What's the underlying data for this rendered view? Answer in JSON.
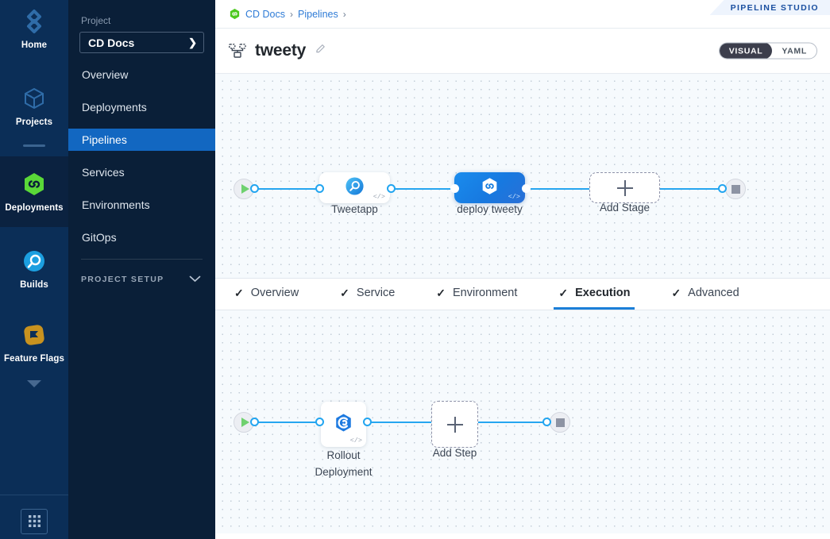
{
  "rail": {
    "items": [
      {
        "label": "Home",
        "icon": "home-diamond-icon"
      },
      {
        "label": "Projects",
        "icon": "cube-icon"
      },
      {
        "label": "Deployments",
        "icon": "deployments-hex-icon"
      },
      {
        "label": "Builds",
        "icon": "builds-circle-icon"
      },
      {
        "label": "Feature Flags",
        "icon": "feature-flags-icon"
      }
    ],
    "more_icon": "caret-down-icon",
    "grid_icon": "grid-apps-icon"
  },
  "sidebar": {
    "heading": "Project",
    "project_name": "CD Docs",
    "project_chevron": "❯",
    "items": [
      {
        "label": "Overview",
        "active": false
      },
      {
        "label": "Deployments",
        "active": false
      },
      {
        "label": "Pipelines",
        "active": true
      },
      {
        "label": "Services",
        "active": false
      },
      {
        "label": "Environments",
        "active": false
      },
      {
        "label": "GitOps",
        "active": false
      }
    ],
    "setup_label": "PROJECT SETUP",
    "setup_chevron": "chevron-down-icon"
  },
  "breadcrumb": {
    "icon": "harness-module-icon",
    "items": [
      "CD Docs",
      "Pipelines"
    ],
    "separator": "›"
  },
  "studio_badge": {
    "text": "PIPELINE STUDIO"
  },
  "title_bar": {
    "icon": "pipeline-nodes-icon",
    "title": "tweety",
    "edit_icon": "pencil-edit-icon",
    "toggle": {
      "options": [
        "VISUAL",
        "YAML"
      ],
      "selected": "VISUAL"
    }
  },
  "stages_canvas": {
    "start_icon": "play-icon",
    "end_icon": "stop-icon",
    "nodes": [
      {
        "label": "Tweetapp",
        "icon": "service-magnifier-icon",
        "selected": false,
        "code_tag": "</>"
      },
      {
        "label": "deploy tweety",
        "icon": "deployment-infinity-icon",
        "selected": true,
        "code_tag": "</>"
      }
    ],
    "add_stage": {
      "label": "Add Stage",
      "icon": "plus-icon"
    }
  },
  "tabs": [
    {
      "label": "Overview",
      "check": "✓",
      "active": false
    },
    {
      "label": "Service",
      "check": "✓",
      "active": false
    },
    {
      "label": "Environment",
      "check": "✓",
      "active": false
    },
    {
      "label": "Execution",
      "check": "✓",
      "active": true
    },
    {
      "label": "Advanced",
      "check": "✓",
      "active": false
    }
  ],
  "steps_canvas": {
    "start_icon": "play-icon",
    "end_icon": "stop-icon",
    "nodes": [
      {
        "label": "Rollout Deployment",
        "icon": "kubernetes-rollout-icon",
        "code_tag": "</>"
      }
    ],
    "add_step": {
      "label": "Add Step",
      "icon": "plus-icon"
    }
  },
  "colors": {
    "rail_bg": "#0b2e57",
    "sidebar_bg": "#0a1f38",
    "nav_active": "#1267c1",
    "link_blue": "#26a6f0",
    "selected_node": "#1a8ced",
    "tab_active": "#1b7fd8",
    "canvas_bg": "#f6fafd"
  }
}
